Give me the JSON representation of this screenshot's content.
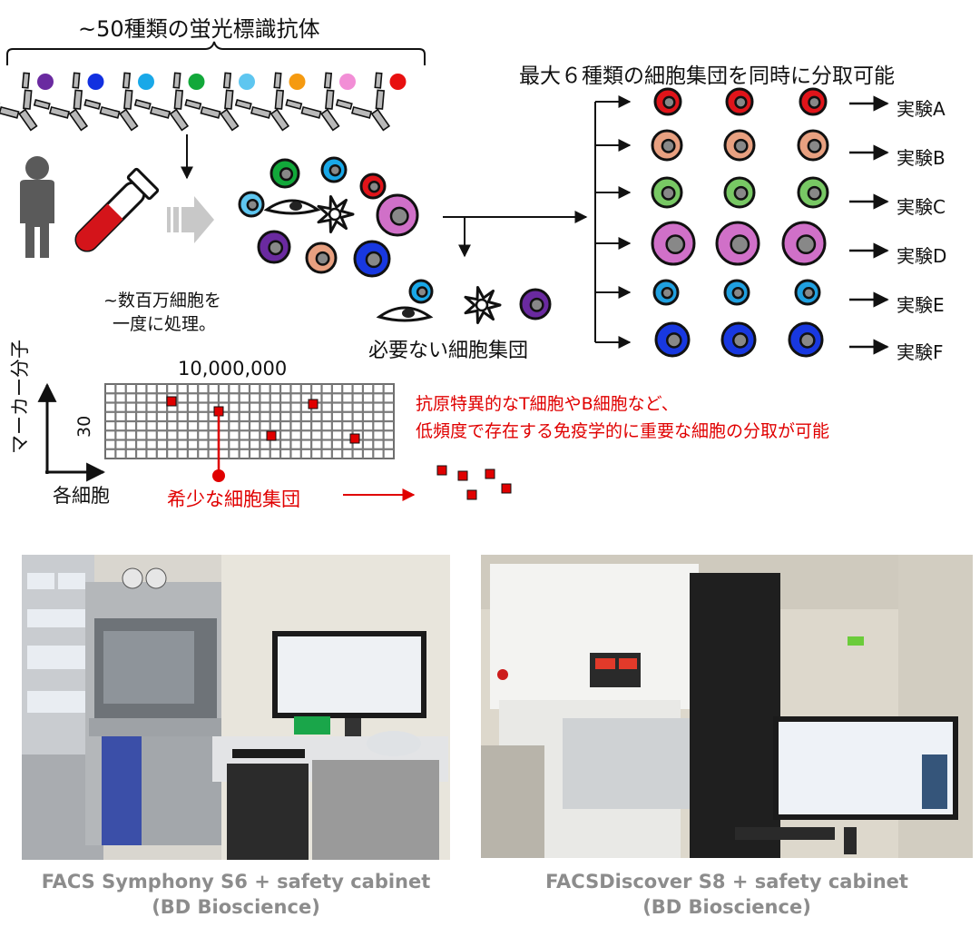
{
  "title": "~50種類の蛍光標識抗体",
  "sort_title": "最大６種類の細胞集団を同時に分取可能",
  "processing_note": [
    "~数百万細胞を",
    "一度に処理。"
  ],
  "unneeded_label": "必要ない細胞集団",
  "experiments": [
    "実験A",
    "実験B",
    "実験C",
    "実験D",
    "実験E",
    "実験F"
  ],
  "plot": {
    "count_label": "10,000,000",
    "y_tick": "30",
    "y_axis_label": "マーカー分子",
    "x_axis_label": "各細胞"
  },
  "rare_label": "希少な細胞集団",
  "rare_note": [
    "抗原特異的なT細胞やB細胞など、",
    "低頻度で存在する免疫学的に重要な細胞の分取が可能"
  ],
  "antibody_colors": [
    "#6a2aa0",
    "#1230e0",
    "#19a8e8",
    "#12a83a",
    "#5ec6f0",
    "#f59a10",
    "#f28ed6",
    "#e81010"
  ],
  "row_colors": [
    "#e0141a",
    "#e8a080",
    "#78c864",
    "#d070c8",
    "#20a0e0",
    "#1838e0"
  ],
  "photos": [
    {
      "caption": [
        "FACS Symphony S6 + safety cabinet",
        "(BD Bioscience)"
      ]
    },
    {
      "caption": [
        "FACSDiscover S8 + safety cabinet",
        "(BD Bioscience)"
      ]
    }
  ]
}
